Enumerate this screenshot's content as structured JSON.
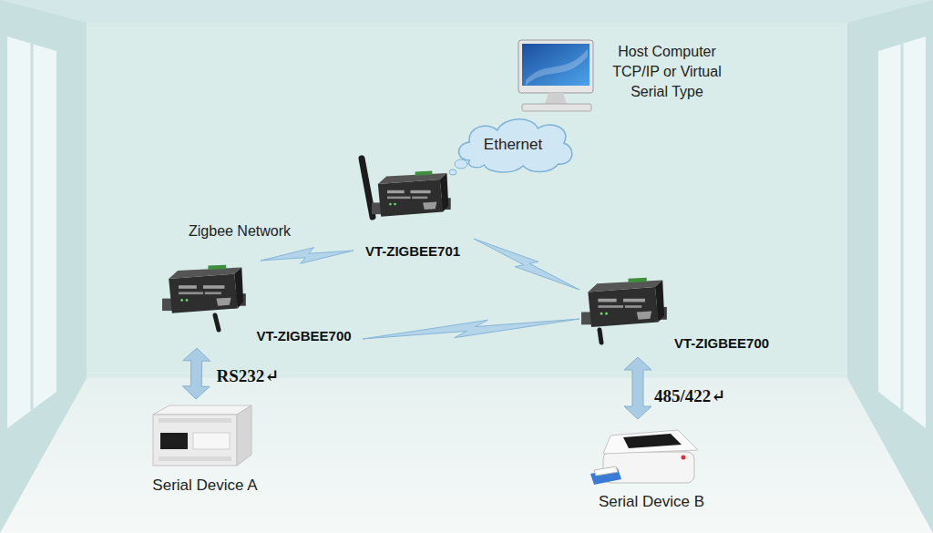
{
  "diagram": {
    "nodes": [
      {
        "text": [
          "Host Computer TCP/IP or Virtual Serial Type"
        ]
      },
      {
        "text": [
          "Ethernet"
        ]
      },
      {
        "text": [
          "VT-ZIGBEE701"
        ]
      },
      {
        "text": [
          "VT-ZIGBEE700"
        ]
      },
      {
        "text": [
          "VT-ZIGBEE700"
        ]
      },
      {
        "text": [
          "Serial Device A"
        ]
      },
      {
        "text": [
          "Serial Device B"
        ]
      }
    ],
    "edges": [
      {
        "from": 2,
        "to": 3,
        "arrow": "none"
      },
      {
        "from": 2,
        "to": 4,
        "arrow": "none"
      },
      {
        "from": 3,
        "to": 4,
        "arrow": "none"
      },
      {
        "from": 3,
        "to": 5,
        "label": "RS232↵",
        "arrow": "both"
      },
      {
        "from": 4,
        "to": 6,
        "label": "485/422↵",
        "arrow": "both"
      }
    ],
    "labels": [
      "Zigbee Network"
    ]
  }
}
